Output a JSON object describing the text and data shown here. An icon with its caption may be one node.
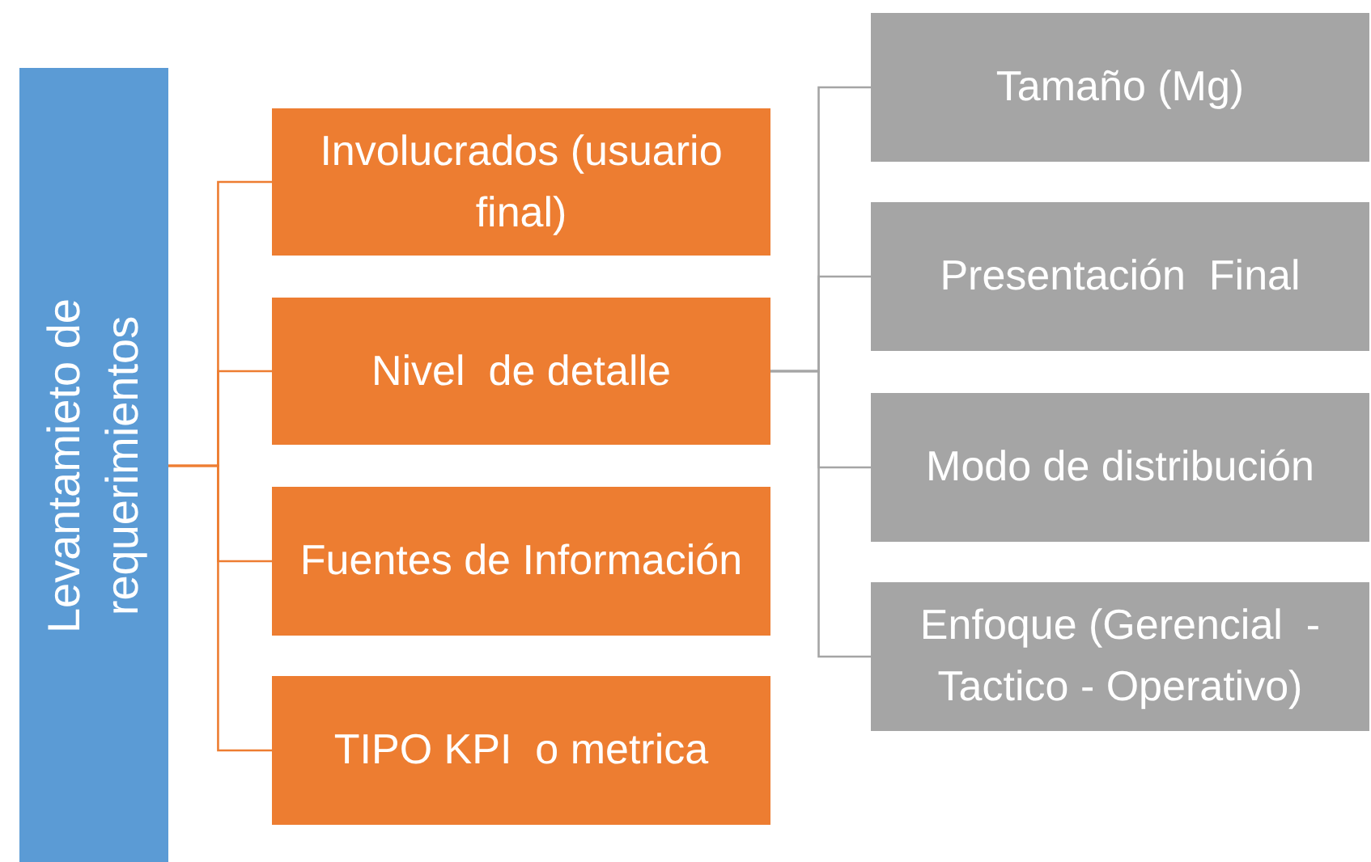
{
  "diagram": {
    "nodes": [
      {
        "text": [
          "Levantamieto de requerimientos"
        ]
      },
      {
        "text": [
          "Involucrados (usuario final)"
        ]
      },
      {
        "text": [
          "Nivel  de detalle"
        ]
      },
      {
        "text": [
          "Fuentes de Información"
        ]
      },
      {
        "text": [
          "TIPO KPI  o metrica"
        ]
      },
      {
        "text": [
          "Tamaño (Mg)"
        ]
      },
      {
        "text": [
          "Presentación  Final"
        ]
      },
      {
        "text": [
          "Modo de distribución"
        ]
      },
      {
        "text": [
          "Enfoque (Gerencial  - Tactico - Operativo)"
        ]
      }
    ],
    "edges": [
      {
        "from": 0,
        "to": 1,
        "arrow": "none",
        "color": "#ed7d31"
      },
      {
        "from": 0,
        "to": 2,
        "arrow": "none",
        "color": "#ed7d31"
      },
      {
        "from": 0,
        "to": 3,
        "arrow": "none",
        "color": "#ed7d31"
      },
      {
        "from": 0,
        "to": 4,
        "arrow": "none",
        "color": "#ed7d31"
      },
      {
        "from": 2,
        "to": 5,
        "arrow": "none",
        "color": "#a5a5a5"
      },
      {
        "from": 2,
        "to": 6,
        "arrow": "none",
        "color": "#a5a5a5"
      },
      {
        "from": 2,
        "to": 7,
        "arrow": "none",
        "color": "#a5a5a5"
      },
      {
        "from": 2,
        "to": 8,
        "arrow": "none",
        "color": "#a5a5a5"
      }
    ]
  }
}
